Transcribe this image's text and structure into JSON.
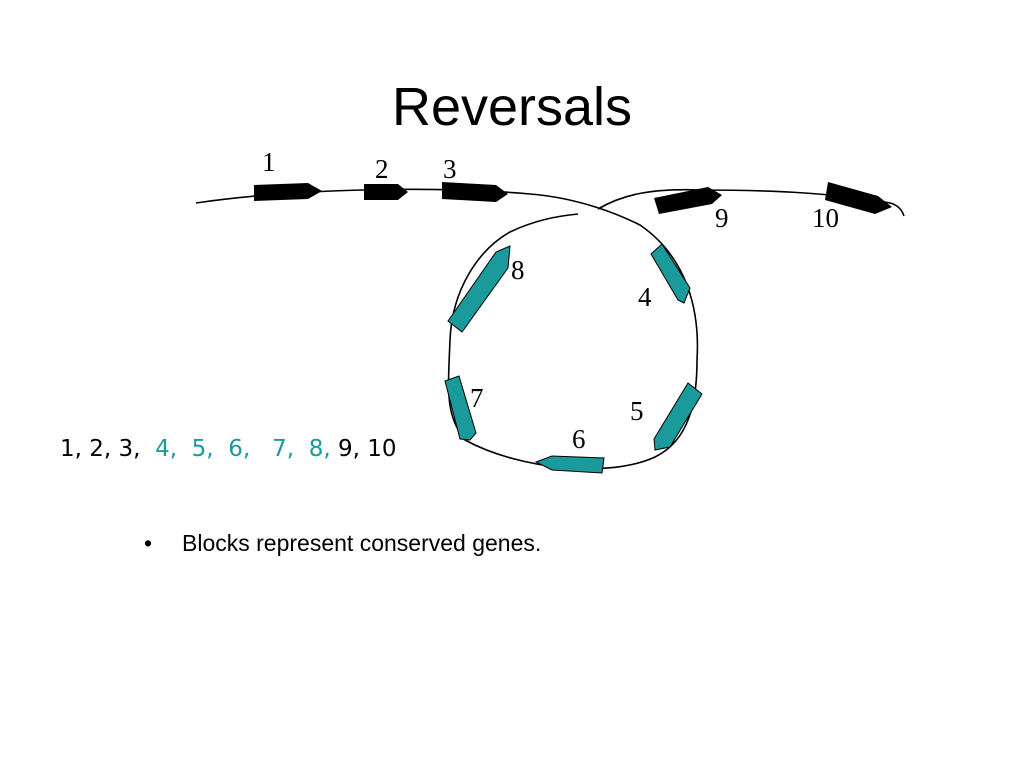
{
  "title": "Reversals",
  "colors": {
    "forward_block": "#000000",
    "reversed_block": "#1a9a9a",
    "line": "#000000"
  },
  "gene_labels": [
    "1",
    "2",
    "3",
    "4",
    "5",
    "6",
    "7",
    "8",
    "9",
    "10"
  ],
  "order_sequence": {
    "prefix": "1, 2, 3,",
    "reversed": [
      "4,",
      "5,",
      "6,",
      "7,",
      "8,"
    ],
    "suffix": "9, 10"
  },
  "bullet": {
    "symbol": "•",
    "text": "Blocks represent conserved genes."
  }
}
